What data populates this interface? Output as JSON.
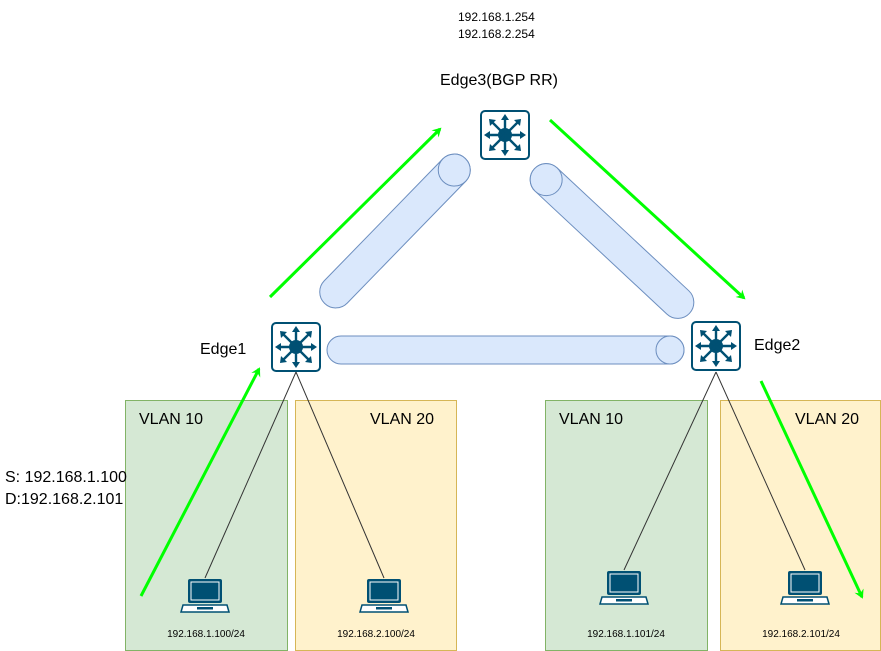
{
  "colors": {
    "vlan10_fill": "#d5e8d4",
    "vlan10_stroke": "#82b366",
    "vlan20_fill": "#fff2cc",
    "vlan20_stroke": "#d6b656",
    "tunnel_fill": "#dae8fc",
    "tunnel_stroke": "#6c8ebf",
    "arrow": "#00ff00",
    "device": "#005073"
  },
  "router_ips": {
    "line1": "192.168.1.254",
    "line2": "192.168.2.254"
  },
  "nodes": {
    "edge1": {
      "label": "Edge1",
      "icon": "layer3-switch-icon"
    },
    "edge2": {
      "label": "Edge2",
      "icon": "layer3-switch-icon"
    },
    "edge3": {
      "label": "Edge3(BGP RR)",
      "icon": "layer3-switch-icon"
    }
  },
  "vlans": [
    {
      "title": "VLAN 10",
      "host_ip": "192.168.1.100/24",
      "kind": "vlan10"
    },
    {
      "title": "VLAN 20",
      "host_ip": "192.168.2.100/24",
      "kind": "vlan20"
    },
    {
      "title": "VLAN 10",
      "host_ip": "192.168.1.101/24",
      "kind": "vlan10"
    },
    {
      "title": "VLAN 20",
      "host_ip": "192.168.2.101/24",
      "kind": "vlan20"
    }
  ],
  "flow": {
    "source": "S: 192.168.1.100",
    "destination": "D:192.168.2.101"
  }
}
